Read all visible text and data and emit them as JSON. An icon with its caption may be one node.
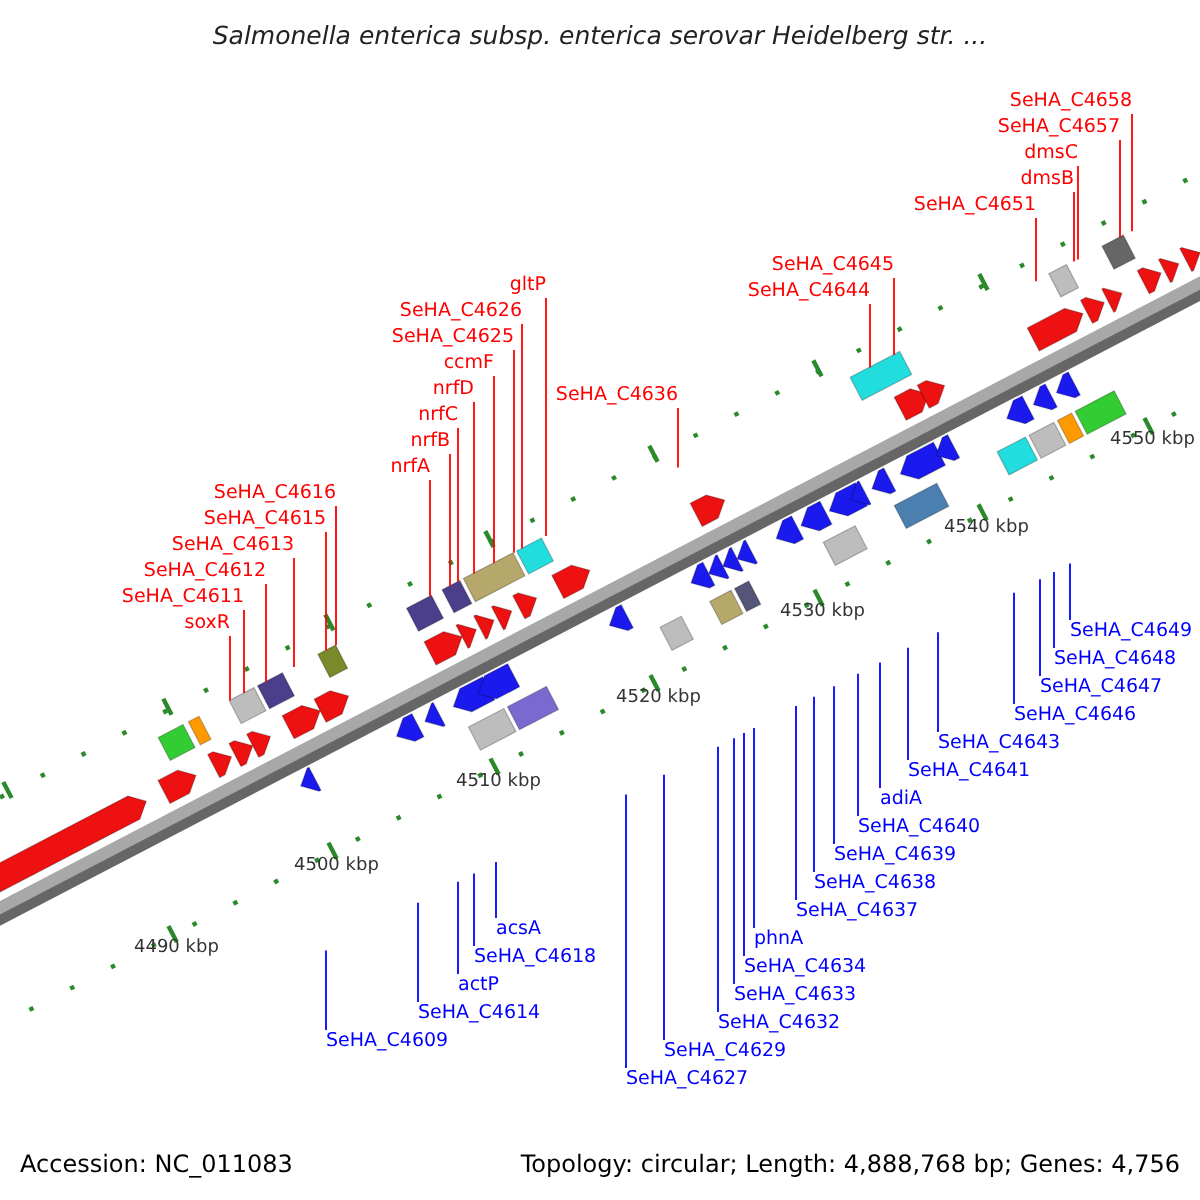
{
  "diagram": {
    "title": "Salmonella enterica subsp. enterica serovar Heidelberg str. ...",
    "nodes": [
      {
        "text": [
          "SeHA_C4658"
        ]
      },
      {
        "text": [
          "SeHA_C4657"
        ]
      },
      {
        "text": [
          "dmsC"
        ]
      },
      {
        "text": [
          "dmsB"
        ]
      },
      {
        "text": [
          "SeHA_C4651"
        ]
      },
      {
        "text": [
          "SeHA_C4645"
        ]
      },
      {
        "text": [
          "SeHA_C4644"
        ]
      },
      {
        "text": [
          "SeHA_C4636"
        ]
      },
      {
        "text": [
          "gltP"
        ]
      },
      {
        "text": [
          "SeHA_C4626"
        ]
      },
      {
        "text": [
          "nrfC"
        ]
      },
      {
        "text": [
          "SeHA_C4625"
        ]
      },
      {
        "text": [
          "nrfB"
        ]
      },
      {
        "text": [
          "ccmF"
        ]
      },
      {
        "text": [
          "SeHA_C4615"
        ]
      },
      {
        "text": [
          "nrfD"
        ]
      },
      {
        "text": [
          "nrfA"
        ]
      },
      {
        "text": [
          "SeHA_C4613"
        ]
      },
      {
        "text": [
          "SeHA_C4616"
        ]
      },
      {
        "text": [
          "SeHA_C4612"
        ]
      },
      {
        "text": [
          "SeHA_C4611"
        ]
      },
      {
        "text": [
          "soxR"
        ]
      },
      {
        "text": [
          "SeHA_C4649"
        ]
      },
      {
        "text": [
          "SeHA_C4647"
        ]
      },
      {
        "text": [
          "SeHA_C4643"
        ]
      },
      {
        "text": [
          "SeHA_C4648"
        ]
      },
      {
        "text": [
          "SeHA_C4641"
        ]
      },
      {
        "text": [
          "SeHA_C4638"
        ]
      },
      {
        "text": [
          "SeHA_C4646"
        ]
      },
      {
        "text": [
          "phnA"
        ]
      },
      {
        "text": [
          "SeHA_C4637"
        ]
      },
      {
        "text": [
          "SeHA_C4632"
        ]
      },
      {
        "text": [
          "SeHA_C4639"
        ]
      },
      {
        "text": [
          "SeHA_C4633"
        ]
      },
      {
        "text": [
          "SeHA_C4629"
        ]
      },
      {
        "text": [
          "SeHA_C4627"
        ]
      },
      {
        "text": [
          "SeHA_C4634"
        ]
      },
      {
        "text": [
          "SeHA_C4640"
        ]
      },
      {
        "text": [
          "acsA"
        ]
      },
      {
        "text": [
          "adiA"
        ]
      },
      {
        "text": [
          "SeHA_C4618"
        ]
      },
      {
        "text": [
          "actP"
        ]
      },
      {
        "text": [
          "SeHA_C4614"
        ]
      },
      {
        "text": [
          "SeHA_C4609"
        ]
      }
    ],
    "edges": [
      {
        "from": 0,
        "to": null,
        "arrow": "none",
        "color": "#ff0000"
      },
      {
        "from": 1,
        "to": null,
        "arrow": "none",
        "color": "#ff0000"
      },
      {
        "from": 2,
        "to": null,
        "arrow": "none",
        "color": "#ff0000"
      },
      {
        "from": 3,
        "to": null,
        "arrow": "none",
        "color": "#ff0000"
      },
      {
        "from": 4,
        "to": null,
        "arrow": "none",
        "color": "#ff0000"
      },
      {
        "from": 5,
        "to": null,
        "arrow": "none",
        "color": "#ff0000"
      },
      {
        "from": 6,
        "to": null,
        "arrow": "none",
        "color": "#ff0000"
      },
      {
        "from": 7,
        "to": null,
        "arrow": "none",
        "color": "#ff0000"
      },
      {
        "from": 8,
        "to": null,
        "arrow": "none",
        "color": "#ff0000"
      },
      {
        "from": 9,
        "to": null,
        "arrow": "none",
        "color": "#ff0000"
      },
      {
        "from": 10,
        "to": null,
        "arrow": "none",
        "color": "#ff0000"
      },
      {
        "from": 11,
        "to": null,
        "arrow": "none",
        "color": "#ff0000"
      },
      {
        "from": 12,
        "to": null,
        "arrow": "none",
        "color": "#ff0000"
      },
      {
        "from": 13,
        "to": null,
        "arrow": "none",
        "color": "#ff0000"
      },
      {
        "from": 14,
        "to": null,
        "arrow": "none",
        "color": "#ff0000"
      },
      {
        "from": 15,
        "to": null,
        "arrow": "none",
        "color": "#ff0000"
      },
      {
        "from": 16,
        "to": null,
        "arrow": "none",
        "color": "#ff0000"
      },
      {
        "from": 17,
        "to": null,
        "arrow": "none",
        "color": "#ff0000"
      },
      {
        "from": 18,
        "to": null,
        "arrow": "none",
        "color": "#ff0000"
      },
      {
        "from": 19,
        "to": null,
        "arrow": "none",
        "color": "#ff0000"
      },
      {
        "from": 20,
        "to": null,
        "arrow": "none",
        "color": "#ff0000"
      },
      {
        "from": 21,
        "to": null,
        "arrow": "none",
        "color": "#ff0000"
      },
      {
        "from": 22,
        "to": null,
        "arrow": "none",
        "color": "#0000ff"
      },
      {
        "from": 23,
        "to": null,
        "arrow": "none",
        "color": "#0000ff"
      },
      {
        "from": 24,
        "to": null,
        "arrow": "none",
        "color": "#0000ff"
      },
      {
        "from": 25,
        "to": null,
        "arrow": "none",
        "color": "#0000ff"
      },
      {
        "from": 26,
        "to": null,
        "arrow": "none",
        "color": "#0000ff"
      },
      {
        "from": 27,
        "to": null,
        "arrow": "none",
        "color": "#0000ff"
      },
      {
        "from": 28,
        "to": null,
        "arrow": "none",
        "color": "#0000ff"
      },
      {
        "from": 29,
        "to": null,
        "arrow": "none",
        "color": "#0000ff"
      },
      {
        "from": 30,
        "to": null,
        "arrow": "none",
        "color": "#0000ff"
      },
      {
        "from": 31,
        "to": null,
        "arrow": "none",
        "color": "#0000ff"
      },
      {
        "from": 32,
        "to": null,
        "arrow": "none",
        "color": "#0000ff"
      },
      {
        "from": 33,
        "to": null,
        "arrow": "none",
        "color": "#0000ff"
      },
      {
        "from": 34,
        "to": null,
        "arrow": "none",
        "color": "#0000ff"
      },
      {
        "from": 35,
        "to": null,
        "arrow": "none",
        "color": "#0000ff"
      },
      {
        "from": 36,
        "to": null,
        "arrow": "none",
        "color": "#0000ff"
      },
      {
        "from": 37,
        "to": null,
        "arrow": "none",
        "color": "#0000ff"
      },
      {
        "from": 38,
        "to": null,
        "arrow": "none",
        "color": "#0000ff"
      },
      {
        "from": 39,
        "to": null,
        "arrow": "none",
        "color": "#0000ff"
      },
      {
        "from": 40,
        "to": null,
        "arrow": "none",
        "color": "#0000ff"
      },
      {
        "from": 41,
        "to": null,
        "arrow": "none",
        "color": "#0000ff"
      },
      {
        "from": 42,
        "to": null,
        "arrow": "none",
        "color": "#0000ff"
      },
      {
        "from": 43,
        "to": null,
        "arrow": "none",
        "color": "#0000ff"
      }
    ],
    "labels": [
      "4550 kbp",
      "4540 kbp",
      "4530 kbp",
      "4520 kbp",
      "4510 kbp",
      "4500 kbp",
      "4490 kbp",
      "Accession: NC_011083",
      "Topology: circular; Length: 4,888,768 bp; Genes: 4,756"
    ]
  }
}
